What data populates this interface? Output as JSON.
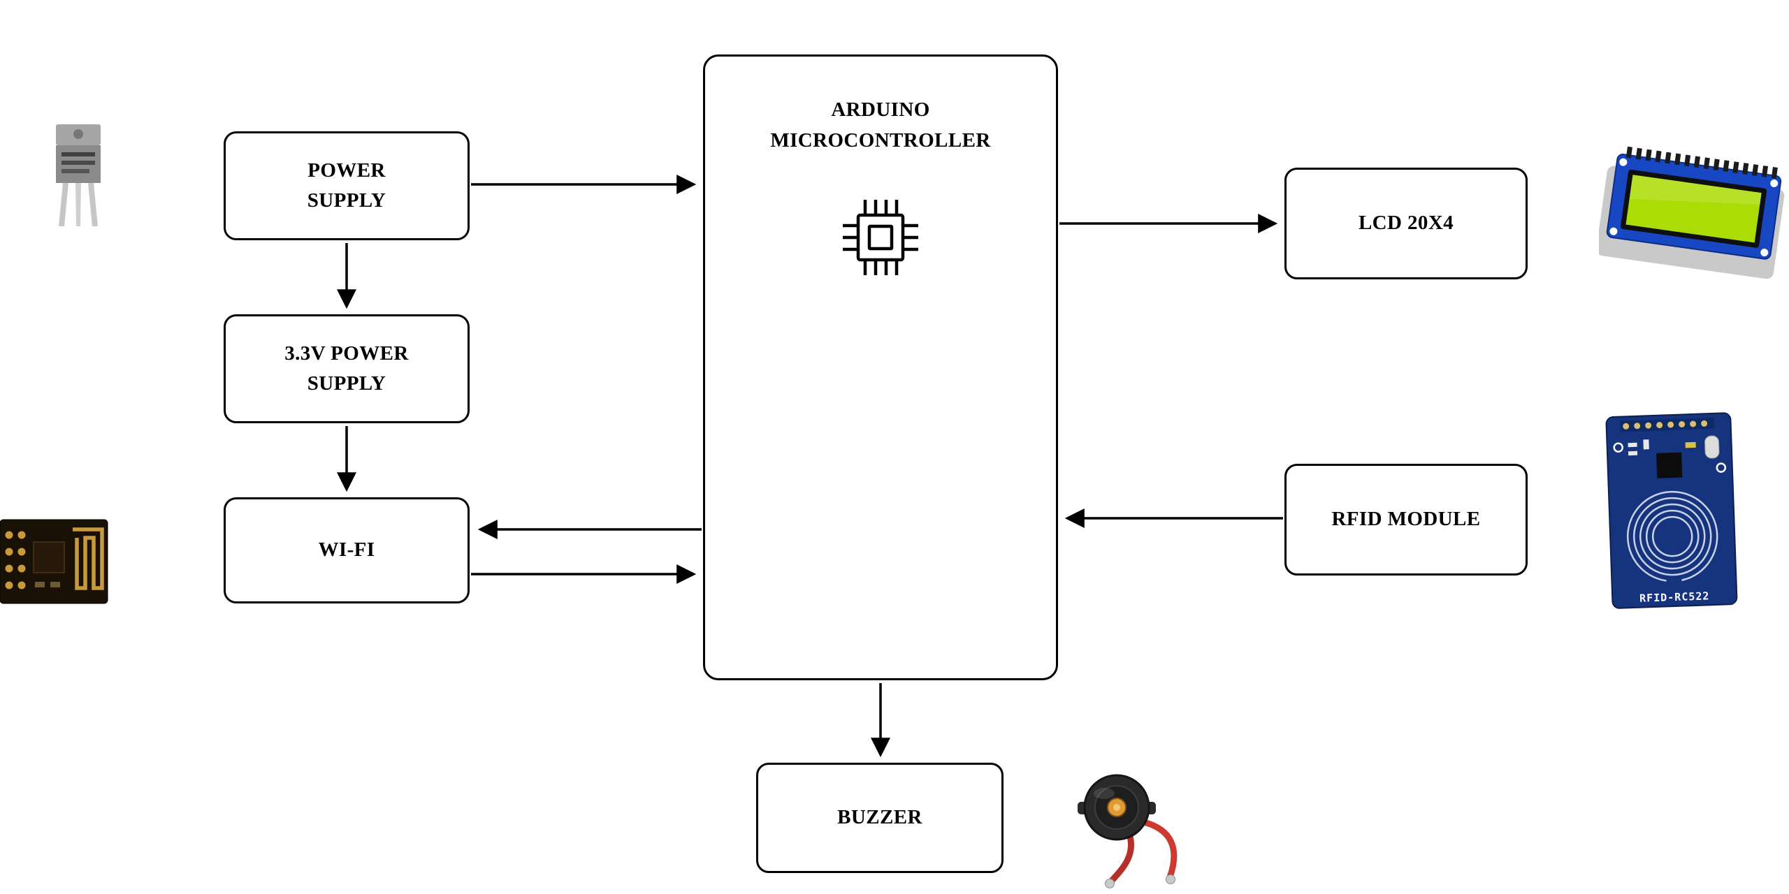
{
  "nodes": {
    "power_supply": {
      "label": "POWER\nSUPPLY"
    },
    "power_supply_3v3": {
      "label": "3.3V POWER\nSUPPLY"
    },
    "wifi": {
      "label": "WI-FI"
    },
    "arduino": {
      "label": "ARDUINO\nMICROCONTROLLER"
    },
    "lcd": {
      "label": "LCD 20X4"
    },
    "rfid": {
      "label": "RFID MODULE"
    },
    "buzzer": {
      "label": "BUZZER"
    }
  },
  "connections": [
    {
      "from": "POWER SUPPLY",
      "to": "ARDUINO MICROCONTROLLER",
      "direction": "right"
    },
    {
      "from": "POWER SUPPLY",
      "to": "3.3V POWER SUPPLY",
      "direction": "down"
    },
    {
      "from": "3.3V POWER SUPPLY",
      "to": "WI-FI",
      "direction": "down"
    },
    {
      "from": "ARDUINO MICROCONTROLLER",
      "to": "WI-FI",
      "direction": "left"
    },
    {
      "from": "WI-FI",
      "to": "ARDUINO MICROCONTROLLER",
      "direction": "right"
    },
    {
      "from": "ARDUINO MICROCONTROLLER",
      "to": "LCD 20X4",
      "direction": "right"
    },
    {
      "from": "RFID MODULE",
      "to": "ARDUINO MICROCONTROLLER",
      "direction": "left"
    },
    {
      "from": "ARDUINO MICROCONTROLLER",
      "to": "BUZZER",
      "direction": "down"
    }
  ],
  "images": {
    "rfid_silkscreen": "RFID-RC522"
  },
  "illustrations": [
    {
      "name": "voltage-regulator",
      "position": "top-left"
    },
    {
      "name": "esp8266-wifi-module",
      "position": "middle-left"
    },
    {
      "name": "lcd-20x4-module",
      "position": "top-right"
    },
    {
      "name": "rfid-rc522-module",
      "position": "middle-right"
    },
    {
      "name": "buzzer",
      "position": "bottom-center"
    }
  ],
  "colors": {
    "background": "#ffffff",
    "line": "#000000",
    "node_fill": "#ffffff",
    "node_border": "#000000",
    "lcd_pcb_blue": "#1747c2",
    "lcd_screen_green": "#abdc05",
    "rfid_pcb_blue": "#16337e",
    "esp_pcb_black": "#1a1106",
    "gold": "#c79a3e",
    "buzzer_wire_red": "#cf3a30",
    "regulator_gray": "#8b8b8b"
  }
}
